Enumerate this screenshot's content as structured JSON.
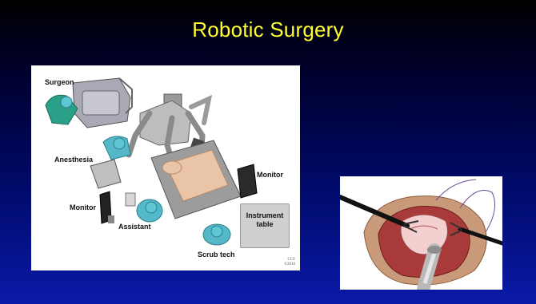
{
  "slide": {
    "title": "Robotic Surgery"
  },
  "illustration": {
    "labels": {
      "surgeon": "Surgeon",
      "anesthesia": "Anesthesia",
      "monitor_left": "Monitor",
      "monitor_right": "Monitor",
      "assistant": "Assistant",
      "scrub_tech": "Scrub tech"
    },
    "instrument_table": "Instrument\ntable",
    "credit_line1": "CCF",
    "credit_line2": "©2010"
  },
  "colors": {
    "title": "#ffff33",
    "background_top": "#000000",
    "background_bottom": "#0a1aa8",
    "staff_gown": "#55b8c8",
    "robot_gray": "#b8b8b8"
  }
}
